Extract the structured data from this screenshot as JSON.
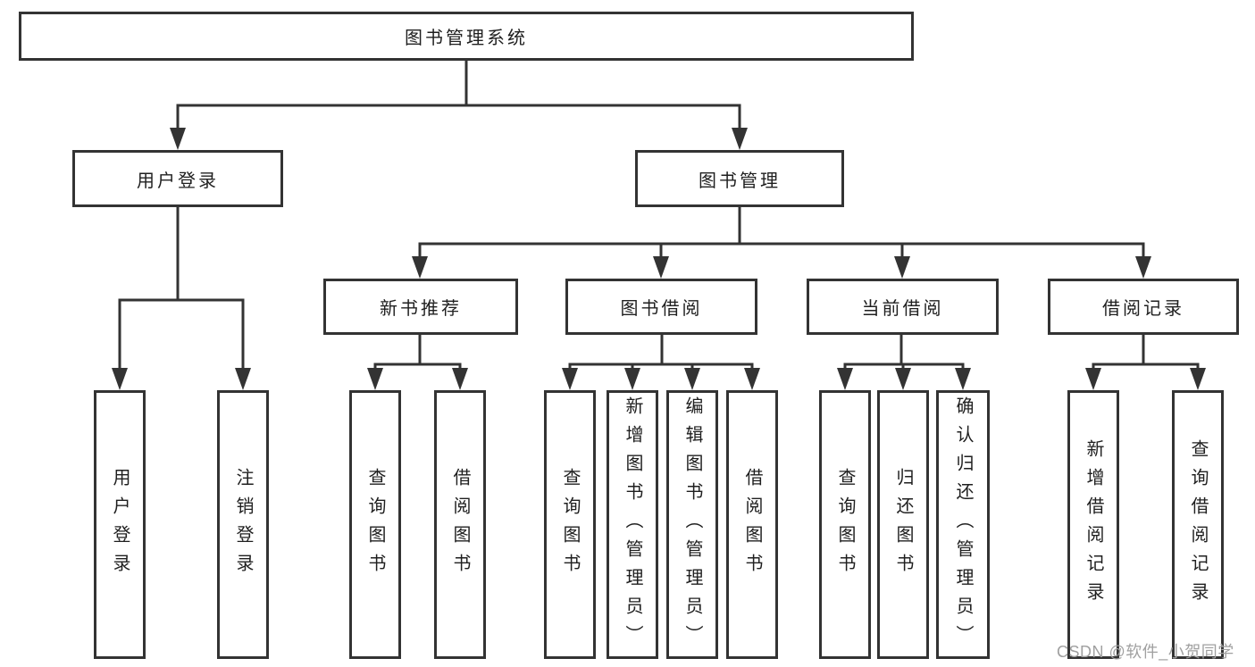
{
  "diagram": {
    "root": {
      "label": "图书管理系统"
    },
    "branches": [
      {
        "label": "用户登录",
        "children": [
          {
            "label": "用户登录"
          },
          {
            "label": "注销登录"
          }
        ]
      },
      {
        "label": "图书管理",
        "children": [
          {
            "label": "新书推荐",
            "children": [
              {
                "label": "查询图书"
              },
              {
                "label": "借阅图书"
              }
            ]
          },
          {
            "label": "图书借阅",
            "children": [
              {
                "label": "查询图书"
              },
              {
                "label": "新增图书（管理员）"
              },
              {
                "label": "编辑图书（管理员）"
              },
              {
                "label": "借阅图书"
              }
            ]
          },
          {
            "label": "当前借阅",
            "children": [
              {
                "label": "查询图书"
              },
              {
                "label": "归还图书"
              },
              {
                "label": "确认归还（管理员）"
              }
            ]
          },
          {
            "label": "借阅记录",
            "children": [
              {
                "label": "新增借阅记录"
              },
              {
                "label": "查询借阅记录"
              }
            ]
          }
        ]
      }
    ]
  },
  "watermark": {
    "text": "CSDN @软件_小贺同学"
  },
  "colors": {
    "line": "#333333",
    "text": "#1f1f1f",
    "background": "#ffffff",
    "watermark": "#a0a0a0"
  }
}
